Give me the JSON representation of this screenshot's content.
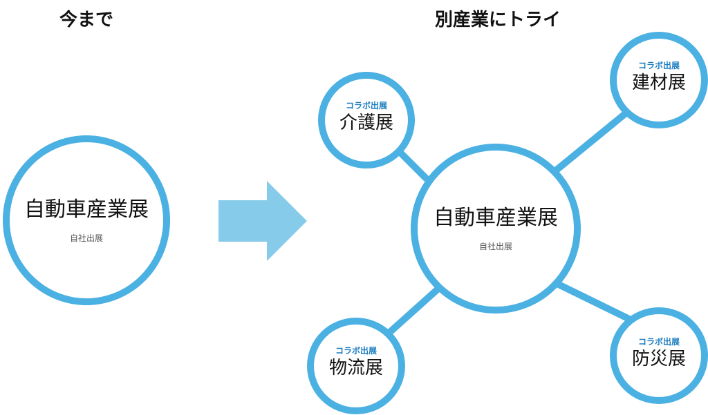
{
  "headings": {
    "before": "今まで",
    "after": "別産業にトライ"
  },
  "before": {
    "title": "自動車産業展",
    "subtitle": "自社出展"
  },
  "center": {
    "title": "自動車産業展",
    "subtitle": "自社出展"
  },
  "satellites": [
    {
      "tag": "コラボ出展",
      "title": "介護展"
    },
    {
      "tag": "コラボ出展",
      "title": "建材展"
    },
    {
      "tag": "コラボ出展",
      "title": "物流展"
    },
    {
      "tag": "コラボ出展",
      "title": "防災展"
    }
  ],
  "colors": {
    "circle_border": "#4bb0e2",
    "arrow": "#87cbea",
    "collab_text": "#1a7cc0"
  },
  "icons": {
    "transition": "arrow-right-icon"
  }
}
